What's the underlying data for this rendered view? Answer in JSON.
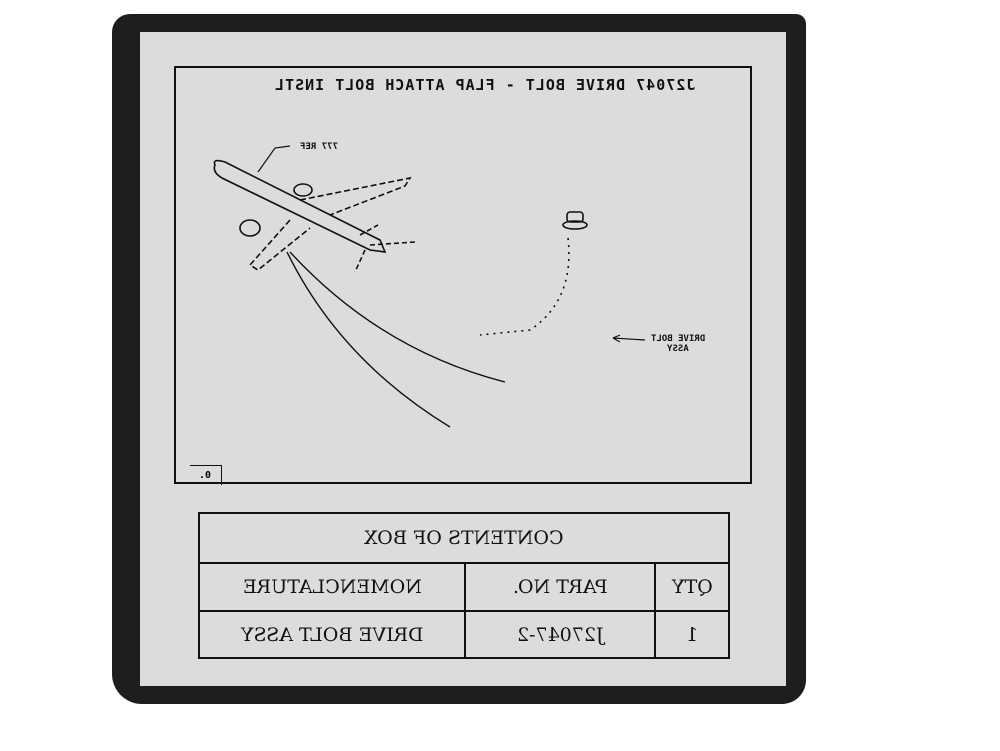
{
  "label": {
    "title": "J27047  DRIVE BOLT - FLAP ATTACH BOLT INSTL",
    "callout_ref": "777 REF",
    "callout_part_line1": "DRIVE BOLT",
    "callout_part_line2": "ASSY",
    "corner_mark": "0."
  },
  "contents_table": {
    "title": "CONTENTS OF BOX",
    "headers": {
      "qty": "QTY",
      "part_no": "PART NO.",
      "nomenclature": "NOMENCLATURE"
    },
    "rows": [
      {
        "qty": "1",
        "part_no": "J27047-2",
        "nomenclature": "DRIVE BOLT ASSY"
      }
    ]
  }
}
